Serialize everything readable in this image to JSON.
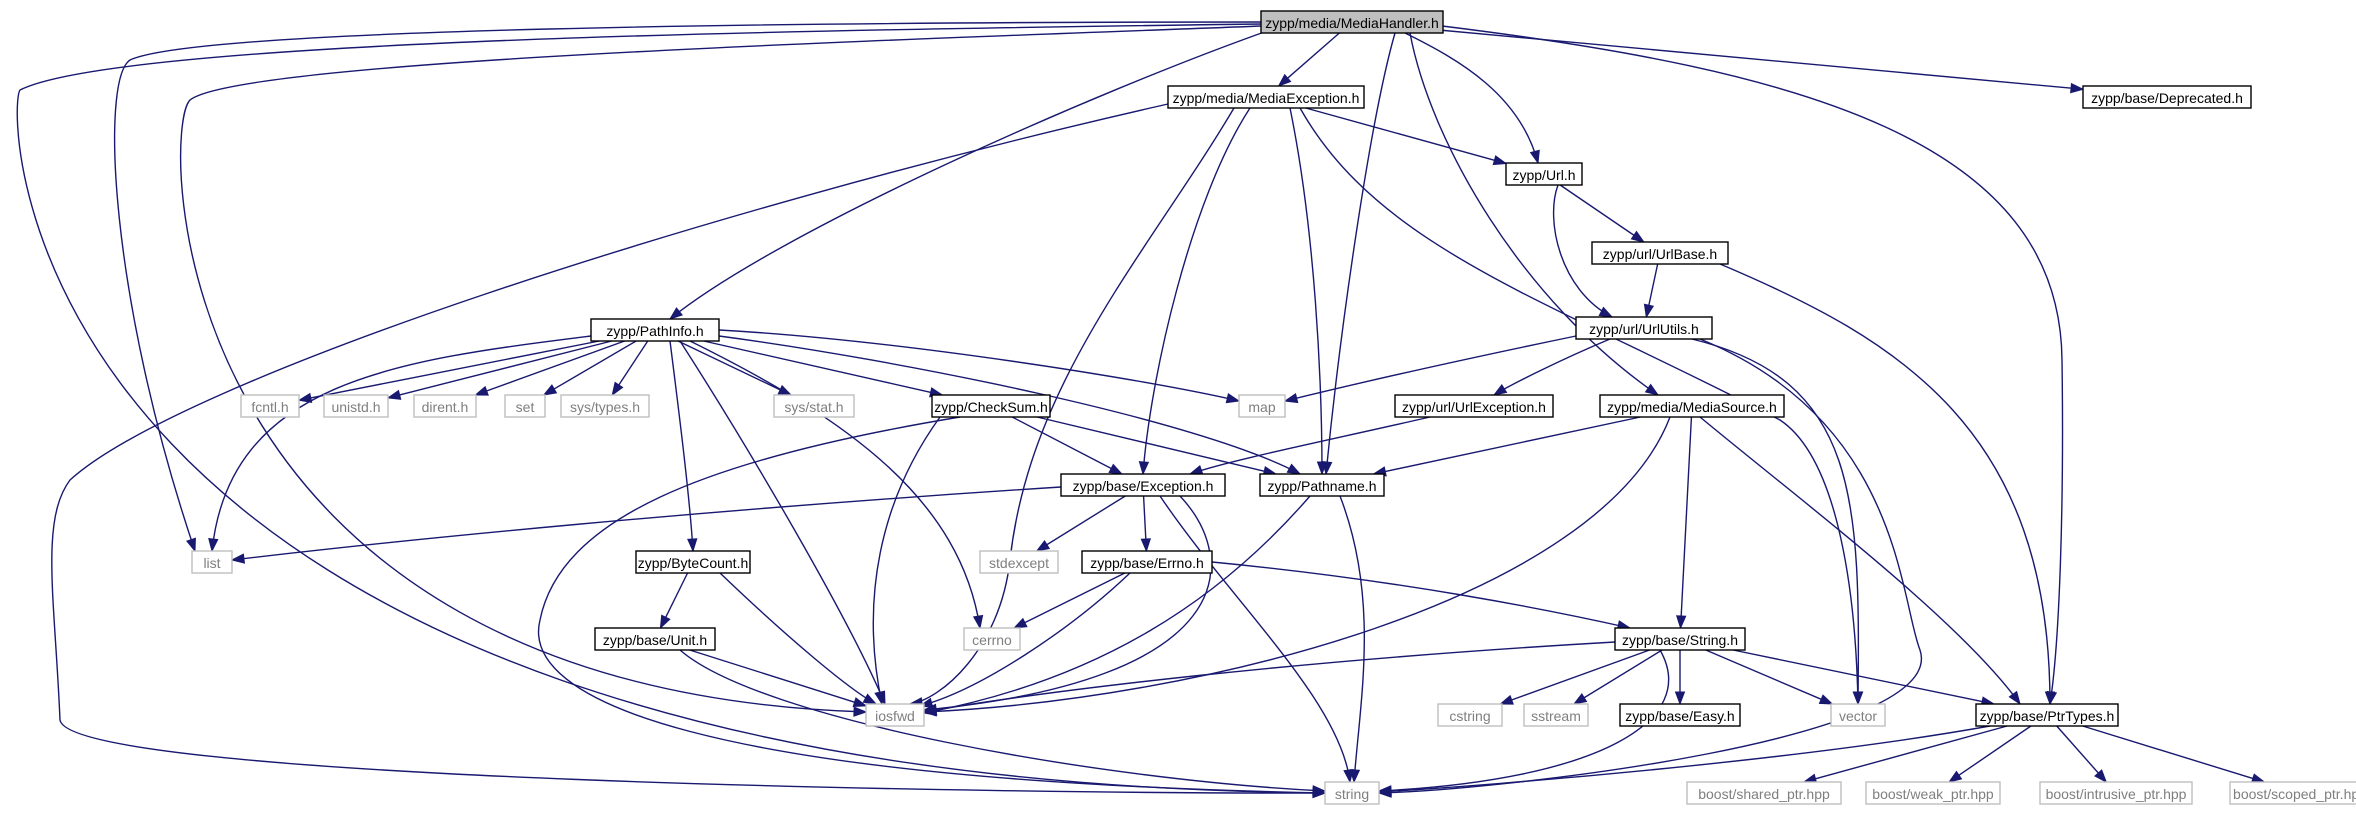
{
  "colors": {
    "edge": "#191970",
    "root_fill": "#bfbfbf",
    "node_border": "#000000",
    "system_border": "#bfbfbf",
    "system_text": "#7f7f7f"
  },
  "nodes": {
    "media_handler": "zypp/media/MediaHandler.h",
    "media_exception": "zypp/media/MediaException.h",
    "deprecated": "zypp/base/Deprecated.h",
    "url": "zypp/Url.h",
    "url_base": "zypp/url/UrlBase.h",
    "url_utils": "zypp/url/UrlUtils.h",
    "path_info": "zypp/PathInfo.h",
    "fcntl": "fcntl.h",
    "unistd": "unistd.h",
    "dirent": "dirent.h",
    "set": "set",
    "sys_types": "sys/types.h",
    "sys_stat": "sys/stat.h",
    "map": "map",
    "check_sum": "zypp/CheckSum.h",
    "url_exception": "zypp/url/UrlException.h",
    "media_source": "zypp/media/MediaSource.h",
    "list": "list",
    "base_exception": "zypp/base/Exception.h",
    "pathname": "zypp/Pathname.h",
    "stdexcept": "stdexcept",
    "byte_count": "zypp/ByteCount.h",
    "errno_h": "zypp/base/Errno.h",
    "cerrno": "cerrno",
    "unit": "zypp/base/Unit.h",
    "string_h": "zypp/base/String.h",
    "iosfwd": "iosfwd",
    "cstring": "cstring",
    "sstream": "sstream",
    "easy": "zypp/base/Easy.h",
    "vector": "vector",
    "ptr_types": "zypp/base/PtrTypes.h",
    "string": "string",
    "shared_ptr": "boost/shared_ptr.hpp",
    "weak_ptr": "boost/weak_ptr.hpp",
    "intrusive_ptr": "boost/intrusive_ptr.hpp",
    "scoped_ptr": "boost/scoped_ptr.hpp"
  }
}
